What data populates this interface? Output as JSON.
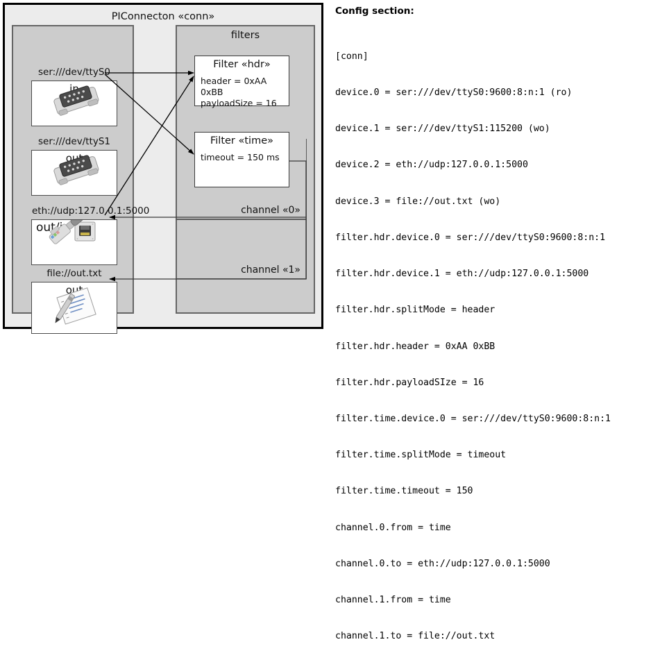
{
  "diagram": {
    "title": "PIConnecton «conn»",
    "devices_panel": {
      "nodes": [
        {
          "caption": "ser:///dev/ttyS0",
          "label": "in",
          "icon": "serial-port-icon"
        },
        {
          "caption": "ser:///dev/ttyS1",
          "label": "out",
          "icon": "serial-port-icon"
        },
        {
          "caption": "eth://udp:127.0.0.1:5000",
          "label": "out/in",
          "icon": "ethernet-jack-icon"
        },
        {
          "caption": "file://out.txt",
          "label": "out",
          "icon": "text-file-icon"
        }
      ]
    },
    "filters_panel": {
      "title": "filters",
      "filters": [
        {
          "title": "Filter «hdr»",
          "attributes": [
            "header = 0xAA 0xBB",
            "payloadSize = 16"
          ]
        },
        {
          "title": "Filter «time»",
          "attributes": [
            "timeout = 150 ms"
          ]
        }
      ],
      "channels": [
        {
          "label": "channel «0»"
        },
        {
          "label": "channel «1»"
        }
      ]
    }
  },
  "config": {
    "heading": "Config section:",
    "lines": [
      "[conn]",
      "device.0 = ser:///dev/ttyS0:9600:8:n:1 (ro)",
      "device.1 = ser:///dev/ttyS1:115200 (wo)",
      "device.2 = eth://udp:127.0.0.1:5000",
      "device.3 = file://out.txt (wo)",
      "filter.hdr.device.0 = ser:///dev/ttyS0:9600:8:n:1",
      "filter.hdr.device.1 = eth://udp:127.0.0.1:5000",
      "filter.hdr.splitMode = header",
      "filter.hdr.header = 0xAA 0xBB",
      "filter.hdr.payloadSIze = 16",
      "filter.time.device.0 = ser:///dev/ttyS0:9600:8:n:1",
      "filter.time.splitMode = timeout",
      "filter.time.timeout = 150",
      "channel.0.from = time",
      "channel.0.to = eth://udp:127.0.0.1:5000",
      "channel.1.from = time",
      "channel.1.to = file://out.txt"
    ]
  },
  "colors": {
    "panel_fill": "#cccccc",
    "frame_fill": "#ececec",
    "node_fill": "#ffffff",
    "line": "#000000"
  }
}
